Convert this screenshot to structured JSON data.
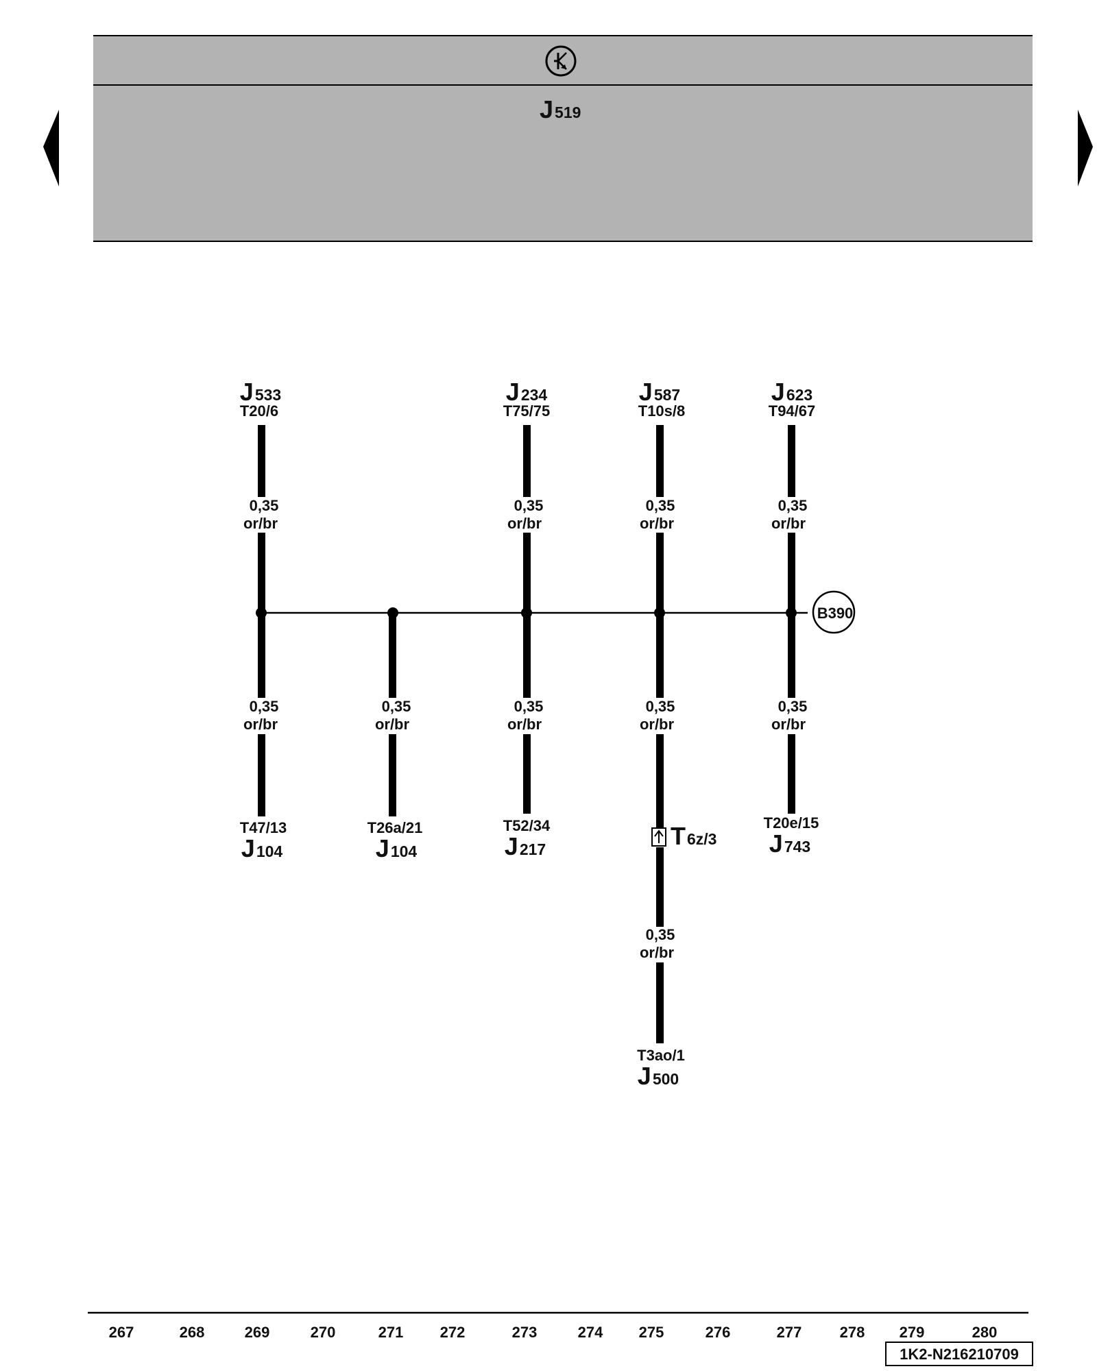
{
  "header": {
    "symbol": "ground-bus-icon",
    "unit": {
      "main": "J",
      "sub": "519"
    }
  },
  "nav": {
    "prev": "prev-page-arrow",
    "next": "next-page-arrow"
  },
  "bus_label": "B390",
  "wire_spec": {
    "size": "0,35",
    "color": "or/br"
  },
  "top_connectors": [
    {
      "main": "J",
      "sub": "533",
      "pin": "T20/6"
    },
    {
      "main": "J",
      "sub": "234",
      "pin": "T75/75"
    },
    {
      "main": "J",
      "sub": "587",
      "pin": "T10s/8"
    },
    {
      "main": "J",
      "sub": "623",
      "pin": "T94/67"
    }
  ],
  "bottom_connectors": [
    {
      "pin": "T47/13",
      "main": "J",
      "sub": "104"
    },
    {
      "pin": "T26a/21",
      "main": "J",
      "sub": "104"
    },
    {
      "pin": "T52/34",
      "main": "J",
      "sub": "217"
    },
    {
      "pin": "T20e/15",
      "main": "J",
      "sub": "743"
    }
  ],
  "inline_connector": {
    "main": "T",
    "sub": "6z/3"
  },
  "end_connector": {
    "pin": "T3ao/1",
    "main": "J",
    "sub": "500"
  },
  "footer": {
    "columns": [
      "267",
      "268",
      "269",
      "270",
      "271",
      "272",
      "273",
      "274",
      "275",
      "276",
      "277",
      "278",
      "279",
      "280"
    ],
    "code": "1K2-N216210709"
  }
}
